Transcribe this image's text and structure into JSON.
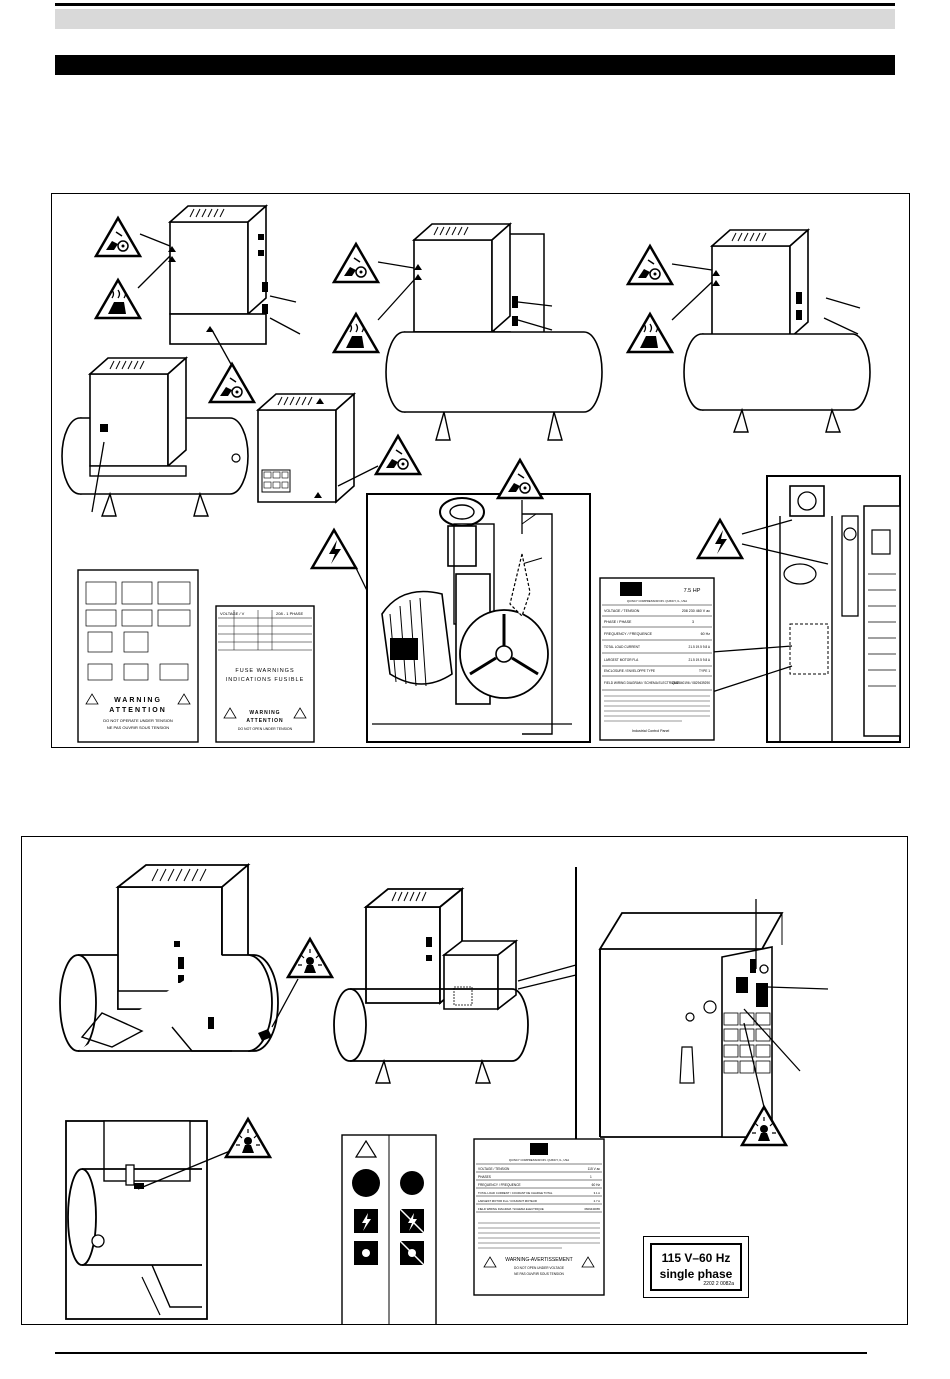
{
  "fuse_label": {
    "header_left": "VOLTAGE / V",
    "header_right": "208 - 1 PHASE",
    "line1": "FUSE WARNINGS",
    "line2": "INDICATIONS FUSIBLE",
    "warning": "WARNING",
    "attention": "ATTENTION",
    "footer": "DO NOT OPEN UNDER TENSION"
  },
  "wiring_label": {
    "warning": "WARNING",
    "attention": "ATTENTION",
    "footer1": "DO NOT OPERATE UNDER TENSION",
    "footer2": "NE PAS OUVRIR SOUS TENSION"
  },
  "data_plate_1": {
    "hp": "7.5 HP",
    "company": "QUINCY COMPRESSOR DIV. QUINCY, IL, USA",
    "voltage_label": "VOLTAGE / TENSION",
    "voltage_values": "208  230  460  V ac",
    "phase_label": "PHASE / PHASE",
    "phase_value": "3",
    "frequency_label": "FREQUENCY / FREQUENCE",
    "frequency_value": "60  Hz",
    "flc_label": "TOTAL LOAD CURRENT",
    "flc_values": "21.5  19.5  9.8  A",
    "largest_label": "LARGEST MOTOR FLA",
    "largest_values": "21.5  19.5  9.8  A",
    "enclosure_label": "ENCLOSURE / ENVELOPPE TYPE",
    "enclosure_value": "TYPE 1",
    "diagram_label": "FIELD WIRING DIAGRAM / SCHEMA ELECTRIQUE",
    "diagram_value": "2202840196 / 0829439290",
    "footer": "Industrial Control Panel"
  },
  "data_plate_2": {
    "company": "QUINCY COMPRESSOR DIV. QUINCY, IL, USA",
    "voltage_label": "VOLTAGE / TENSION",
    "voltage_value": "115  V ac",
    "phases_label": "PHASES",
    "phases_value": "1",
    "frequency_label": "FREQUENCY / FREQUENCE",
    "frequency_value": "60  Hz",
    "flc_label": "TOTAL LOAD CURRENT / COURANT DE CHARGE TOTAL",
    "flc_value": "3.1  A",
    "largest_label": "LARGEST MOTOR FLA / COURANT MOTEUR",
    "largest_value": "2.7  A",
    "diagram_label": "FIELD WIRING DIAGRAM / SCHEMA ELECTRIQUE",
    "diagram_value": "0829440065",
    "warning": "WARNING-AVERTISSEMENT",
    "footer1": "DO NOT OPEN UNDER VOLTAGE",
    "footer2": "NE PAS OUVRIR SOUS TENSION"
  },
  "voltage_label": {
    "line1": "115 V–60 Hz",
    "line2": "single phase",
    "code": "2202 2 0082a"
  },
  "colors": {
    "ink": "#000000",
    "paper": "#ffffff",
    "header_grey": "#d9d9d9"
  }
}
